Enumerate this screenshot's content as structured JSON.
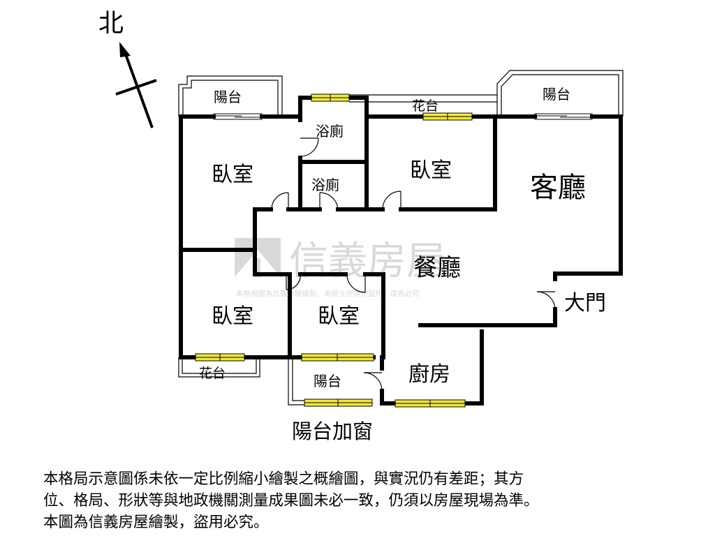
{
  "compass": {
    "label": "北"
  },
  "rooms": {
    "balcony_nw": "陽台",
    "bath_1": "浴廁",
    "planter_top": "花台",
    "balcony_ne": "陽台",
    "bedroom_nw": "臥室",
    "bath_2": "浴廁",
    "bedroom_north": "臥室",
    "living_room": "客廳",
    "dining_room": "餐廳",
    "main_door": "大門",
    "bedroom_sw": "臥室",
    "bedroom_south": "臥室",
    "planter_bottom": "花台",
    "balcony_south": "陽台",
    "kitchen": "廚房",
    "balcony_window": "陽台加窗"
  },
  "watermark": {
    "brand": "信義房屋",
    "note": "本格局圖為信義房屋繪製，未經允許請勿盜用，違者必究"
  },
  "disclaimer": {
    "line1": "本格局示意圖係未依一定比例縮小繪製之概繪圖，與實況仍有差距；其方",
    "line2": "位、格局、形狀等與地政機關測量成果圖未必一致，仍須以房屋現場為準。",
    "line3": "本圖為信義房屋繪製，盜用必究。"
  }
}
